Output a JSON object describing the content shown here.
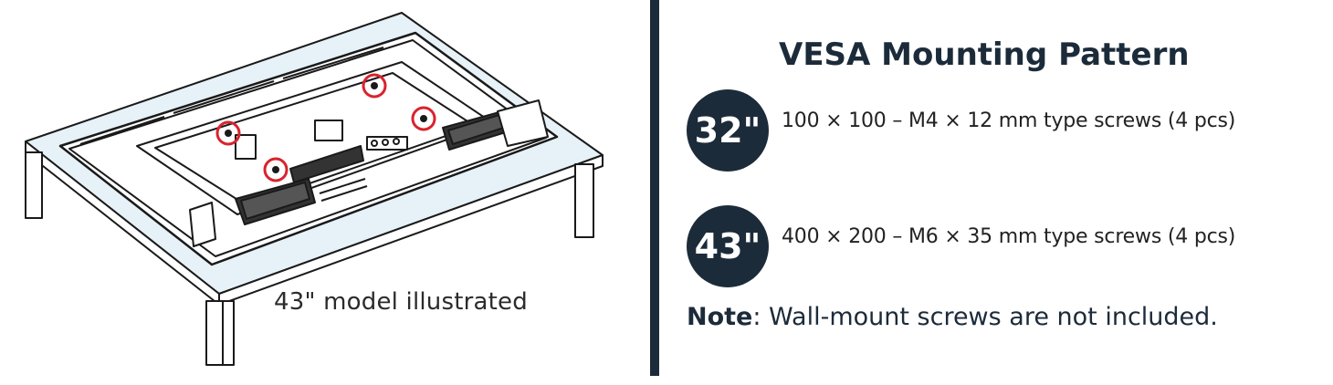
{
  "illustration": {
    "caption": "43\" model illustrated",
    "icon": "tv-back-on-table-illustration",
    "highlight_color": "#d9232e",
    "table_top_color": "#e6f1f8"
  },
  "divider_color": "#1c2b3a",
  "vesa": {
    "title": "VESA Mounting Pattern",
    "rows": [
      {
        "size": "32\"",
        "spec": "100 × 100 – M4 × 12 mm type screws (4 pcs)"
      },
      {
        "size": "43\"",
        "spec": "400 × 200 – M6 × 35 mm type screws (4 pcs)"
      }
    ],
    "note_label": "Note",
    "note_text": ": Wall-mount screws are not included.",
    "badge_color": "#1c2b3a"
  }
}
